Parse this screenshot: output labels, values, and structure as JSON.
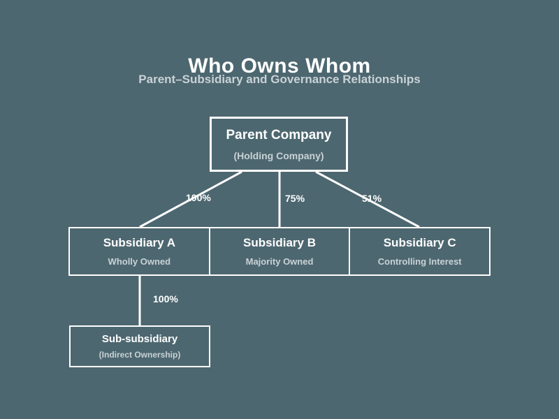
{
  "colors": {
    "background": "#4d6770",
    "line": "#ffffff",
    "primary_text": "#ffffff",
    "secondary_text": "#c9d2d6"
  },
  "header": {
    "title": "Who Owns Whom",
    "subtitle": "Parent–Subsidiary and Governance Relationships"
  },
  "diagram": {
    "parent": {
      "name": "Parent Company",
      "note": "(Holding Company)"
    },
    "subsidiaries": [
      {
        "name": "Subsidiary A",
        "note": "Wholly Owned"
      },
      {
        "name": "Subsidiary B",
        "note": "Majority Owned"
      },
      {
        "name": "Subsidiary C",
        "note": "Controlling Interest"
      }
    ],
    "subsubsidiary": {
      "name": "Sub-subsidiary",
      "note": "(Indirect Ownership)"
    },
    "ownership_edges": [
      {
        "from": "Parent Company",
        "to": "Subsidiary A",
        "label": "100%"
      },
      {
        "from": "Parent Company",
        "to": "Subsidiary B",
        "label": "75%"
      },
      {
        "from": "Parent Company",
        "to": "Subsidiary C",
        "label": "51%"
      },
      {
        "from": "Subsidiary A",
        "to": "Sub-subsidiary",
        "label": "100%"
      }
    ]
  }
}
